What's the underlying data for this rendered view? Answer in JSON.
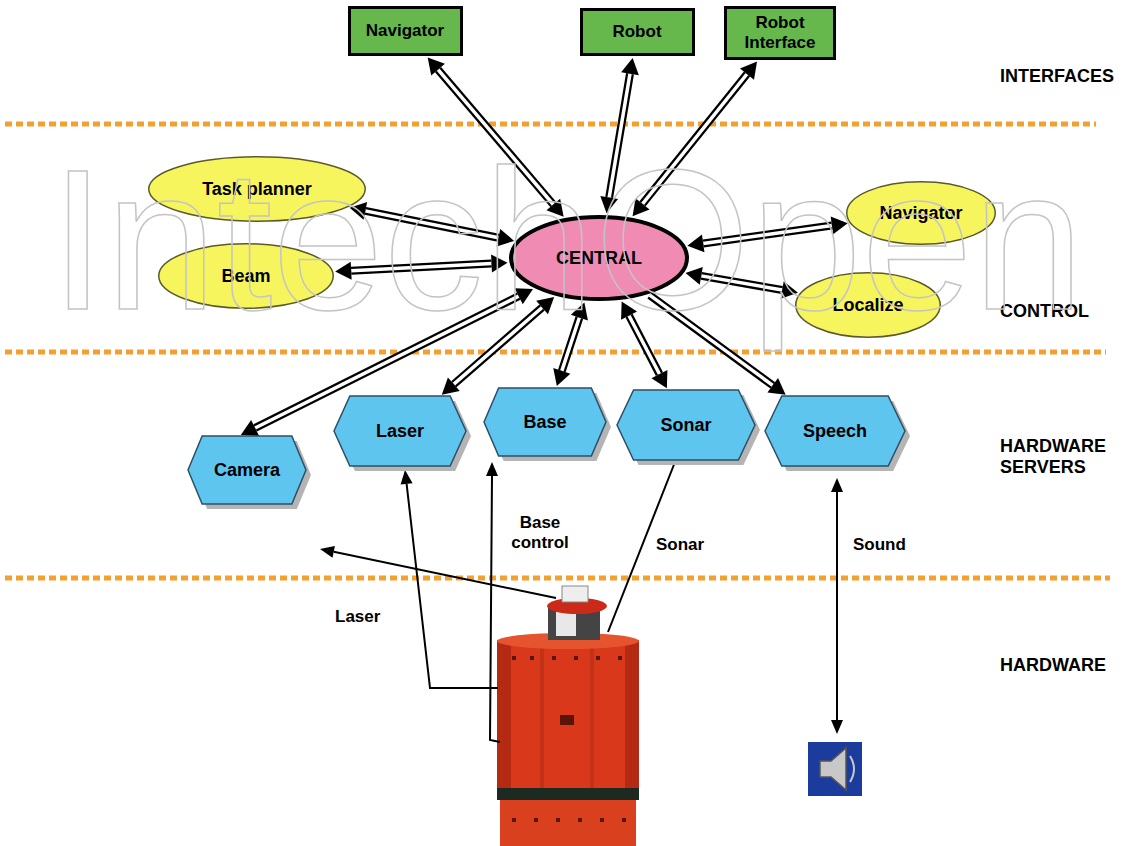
{
  "diagram": {
    "nodes": [
      {
        "text": [
          "Navigator"
        ]
      },
      {
        "text": [
          "Robot"
        ]
      },
      {
        "text": [
          "Robot Interface"
        ]
      },
      {
        "text": [
          "Task planner"
        ]
      },
      {
        "text": [
          "CENTRAL"
        ]
      },
      {
        "text": [
          "Navigator"
        ]
      },
      {
        "text": [
          "Beam"
        ]
      },
      {
        "text": [
          "Localize"
        ]
      },
      {
        "text": [
          "Camera"
        ]
      },
      {
        "text": [
          "Laser"
        ]
      },
      {
        "text": [
          "Base"
        ]
      },
      {
        "text": [
          "Sonar"
        ]
      },
      {
        "text": [
          "Speech"
        ]
      }
    ],
    "edges": [
      {
        "from": 0,
        "to": 4,
        "arrow": "both"
      },
      {
        "from": 1,
        "to": 4,
        "arrow": "both"
      },
      {
        "from": 2,
        "to": 4,
        "arrow": "both"
      },
      {
        "from": 3,
        "to": 4,
        "arrow": "both"
      },
      {
        "from": 6,
        "to": 4,
        "arrow": "both"
      },
      {
        "from": 5,
        "to": 4,
        "arrow": "both"
      },
      {
        "from": 7,
        "to": 4,
        "arrow": "both"
      },
      {
        "from": 8,
        "to": 4,
        "arrow": "both"
      },
      {
        "from": 9,
        "to": 4,
        "arrow": "both"
      },
      {
        "from": 10,
        "to": 4,
        "arrow": "both"
      },
      {
        "from": 11,
        "to": 4,
        "arrow": "both"
      },
      {
        "from": 4,
        "to": 12,
        "arrow": "to"
      }
    ],
    "labels": [
      "INTERFACES",
      "CONTROL",
      "HARDWARE SERVERS",
      "HARDWARE",
      "Base control",
      "Sonar",
      "Laser",
      "Sound",
      "IntechOpen"
    ]
  }
}
